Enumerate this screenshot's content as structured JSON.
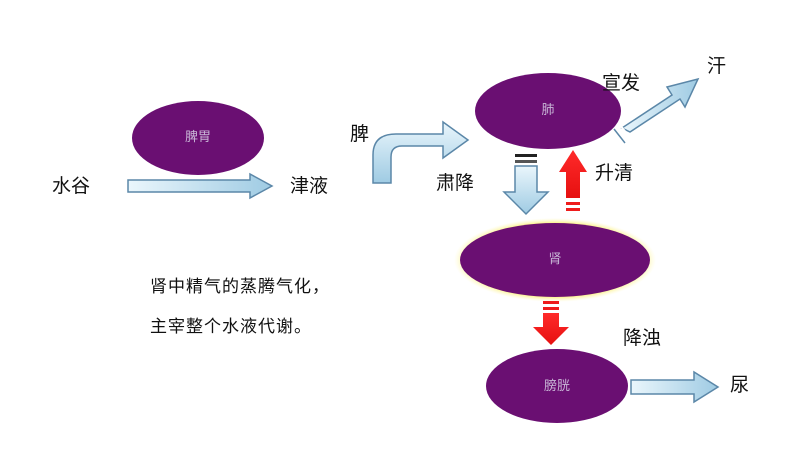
{
  "nodes": {
    "spleen_stomach": "脾胃",
    "lung": "肺",
    "kidney": "肾",
    "bladder": "膀胱"
  },
  "labels": {
    "water_grain": "水谷",
    "body_fluid": "津液",
    "spleen": "脾",
    "xuanfa": "宣发",
    "sweat": "汗",
    "sujiang": "肃降",
    "shengqing": "升清",
    "jiangzhuo": "降浊",
    "urine": "尿"
  },
  "note": {
    "line1": "肾中精气的蒸腾气化，",
    "line2": "主宰整个水液代谢。"
  },
  "colors": {
    "node_fill": "#6a0f72",
    "arrow_blue_light": "#e6f4fb",
    "arrow_blue_dark": "#9fcbe3",
    "arrow_outline": "#5b87a8",
    "arrow_red": "#ee1c1c",
    "kidney_glow": "#f3e000"
  }
}
